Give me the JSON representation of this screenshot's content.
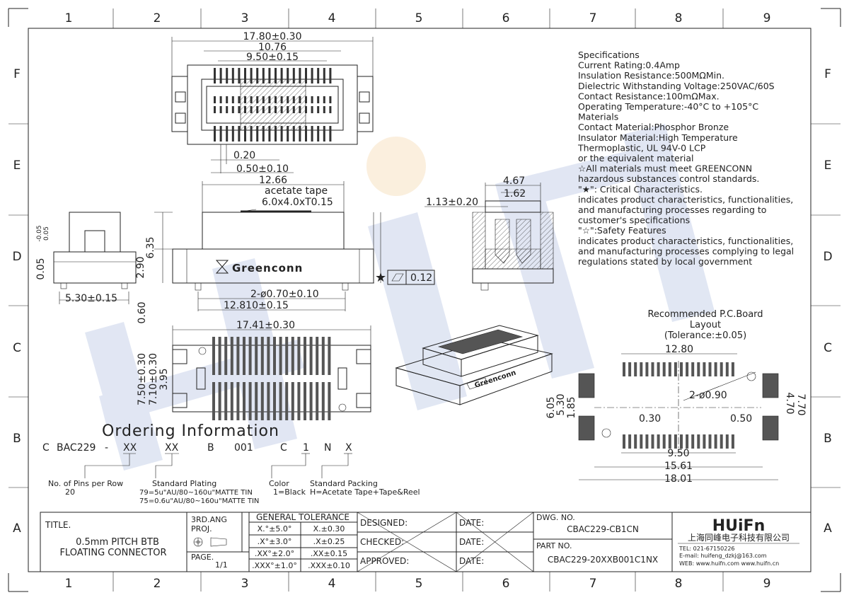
{
  "grid": {
    "columns": [
      "1",
      "2",
      "3",
      "4",
      "5",
      "6",
      "7",
      "8",
      "9"
    ],
    "rows": [
      "F",
      "E",
      "D",
      "C",
      "B",
      "A"
    ]
  },
  "dims": {
    "top_w": "17.80±0.30",
    "top_inner": "10.76",
    "top_pins": "9.50±0.15",
    "pin_w": "0.20",
    "pitch": "0.50±0.10",
    "side_w": "12.66",
    "tape_label": "acetate tape",
    "tape_size": "6.0x4.0xT0.15",
    "height_total": "6.35",
    "height_body": "2.90",
    "post_pitch": "2-ø0.70±0.10",
    "post_span": "12.810±0.15",
    "coplanarity": "0.12",
    "end_w": "5.30±0.15",
    "end_a": "0.05",
    "end_b": "-0.05",
    "end_c": "0.05",
    "end_d": "0.60",
    "sec_w": "4.67",
    "sec_in": "1.62",
    "sec_off": "1.13±0.20",
    "bot_w": "17.41±0.30",
    "bot_h1": "7.50±0.30",
    "bot_h2": "7.10±0.30",
    "bot_h3": "3.95",
    "logo_text": "Greenconn"
  },
  "specs": [
    "Specifications",
    "Current Rating:0.4Amp",
    "Insulation Resistance:500MΩMin.",
    "Dielectric Withstanding Voltage:250VAC/60S",
    "Contact Resistance:100mΩMax.",
    "Operating Temperature:-40°C to +105°C",
    "Materials",
    "Contact Material:Phosphor Bronze",
    "Insulator Material:High Temperature",
    "Thermoplastic, UL 94V-0 LCP",
    "or the equivalent material",
    "☆All materials must meet GREENCONN",
    "hazardous substances control standards.",
    "\"★\": Critical Characteristics.",
    "indicates product characteristics, functionalities,",
    "and manufacturing processes regarding to",
    "customer's specifications",
    "\"☆\":Safety Features",
    "indicates product characteristics, functionalities,",
    "and manufacturing processes complying to legal",
    "regulations stated by local government"
  ],
  "pcb": {
    "title1": "Recommended P.C.Board",
    "title2": "Layout",
    "title3": "(Tolerance:±0.05)",
    "w1": "12.80",
    "hole": "2-ø0.90",
    "d030": "0.30",
    "d050": "0.50",
    "w950": "9.50",
    "w1561": "15.61",
    "w1801": "18.01",
    "h605": "6.05",
    "h530": "5.30",
    "h185": "1.85",
    "h470": "4.70",
    "h770": "7.70"
  },
  "ordering": {
    "title": "Ordering Information",
    "code": [
      "C",
      "BAC229",
      "-",
      "XX",
      "XX",
      "B",
      "001",
      "C",
      "1",
      "N",
      "X"
    ],
    "pins_label": "No. of Pins per Row",
    "pins_value": "20",
    "plating_label": "Standard Plating",
    "plating_1": "79=5u\"AU/80~160u\"MATTE TIN",
    "plating_2": "75=0.6u\"AU/80~160u\"MATTE TIN",
    "color_label": "Color",
    "color_value": "1=Black",
    "packing_label": "Standard Packing",
    "packing_value": "H=Acetate Tape+Tape&Reel"
  },
  "titleblock": {
    "title_label": "TITLE.",
    "title_1": "0.5mm PITCH  BTB",
    "title_2": "FLOATING CONNECTOR",
    "proj_1": "3RD.ANG",
    "proj_2": "PROJ.",
    "page_label": "PAGE.",
    "page_value": "1/1",
    "tol_header": "GENERAL TOLERANCE",
    "tol": [
      [
        "X.°±5.0°",
        "X.±0.30"
      ],
      [
        ".X°±3.0°",
        ".X±0.25"
      ],
      [
        ".XX°±2.0°",
        ".XX±0.15"
      ],
      [
        ".XXX°±1.0°",
        ".XXX±0.10"
      ]
    ],
    "designed": "DESIGNED:",
    "checked": "CHECKED:",
    "approved": "APPROVED:",
    "date": "DATE:",
    "dwg_label": "DWG. NO.",
    "dwg_value": "CBAC229-CB1CN",
    "part_label": "PART NO.",
    "part_value": "CBAC229-20XXB001C1NX",
    "brand": "HUiFn",
    "company": "上海同峰电子科技有限公司",
    "tel": "TEL: 021-67150226",
    "email": "E-mail: huifeng_dzkj@163.com",
    "web": "WEB: www.huifn.com  www.huifn.cn"
  },
  "watermark": "HUIFN",
  "colors": {
    "watermark_blue": "#c9d3ea",
    "watermark_orange": "#f7e2c2",
    "line": "#222222"
  }
}
